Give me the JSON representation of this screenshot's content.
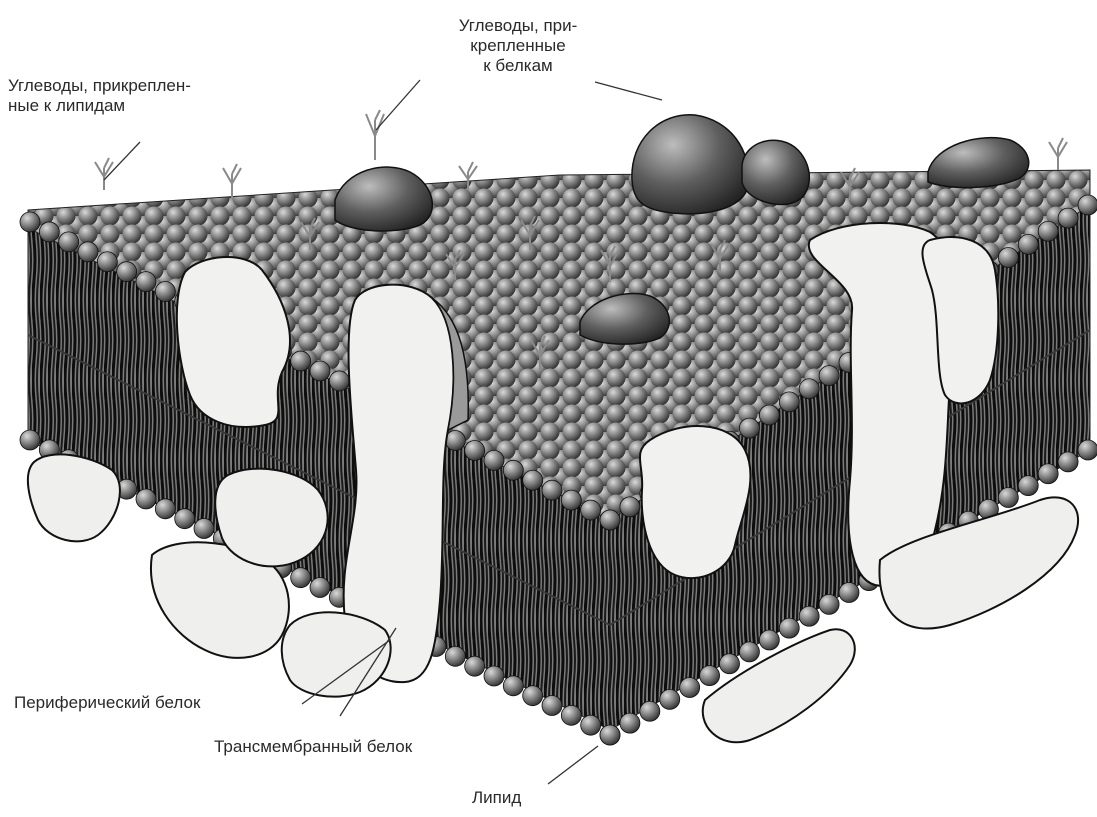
{
  "labels": {
    "carbs_lipids": [
      "Углеводы, прикреплен-",
      "ные к липидам"
    ],
    "carbs_proteins": [
      "Углеводы, при-",
      "крепленные",
      "к белкам"
    ],
    "peripheral_protein": "Периферический белок",
    "transmembrane_protein": "Трансмембранный белок",
    "lipid": "Липид"
  },
  "colors": {
    "background": "#ffffff",
    "lipid_head": "#8c8c8c",
    "lipid_head_dark": "#3c3c3c",
    "lipid_tail": "#111111",
    "protein_fill": "#f1f1ef",
    "protein_shadow": "#9a9a9a",
    "surface_protein": "#5a5a5a",
    "text": "#2a2a2a",
    "leader_line": "#333333"
  }
}
